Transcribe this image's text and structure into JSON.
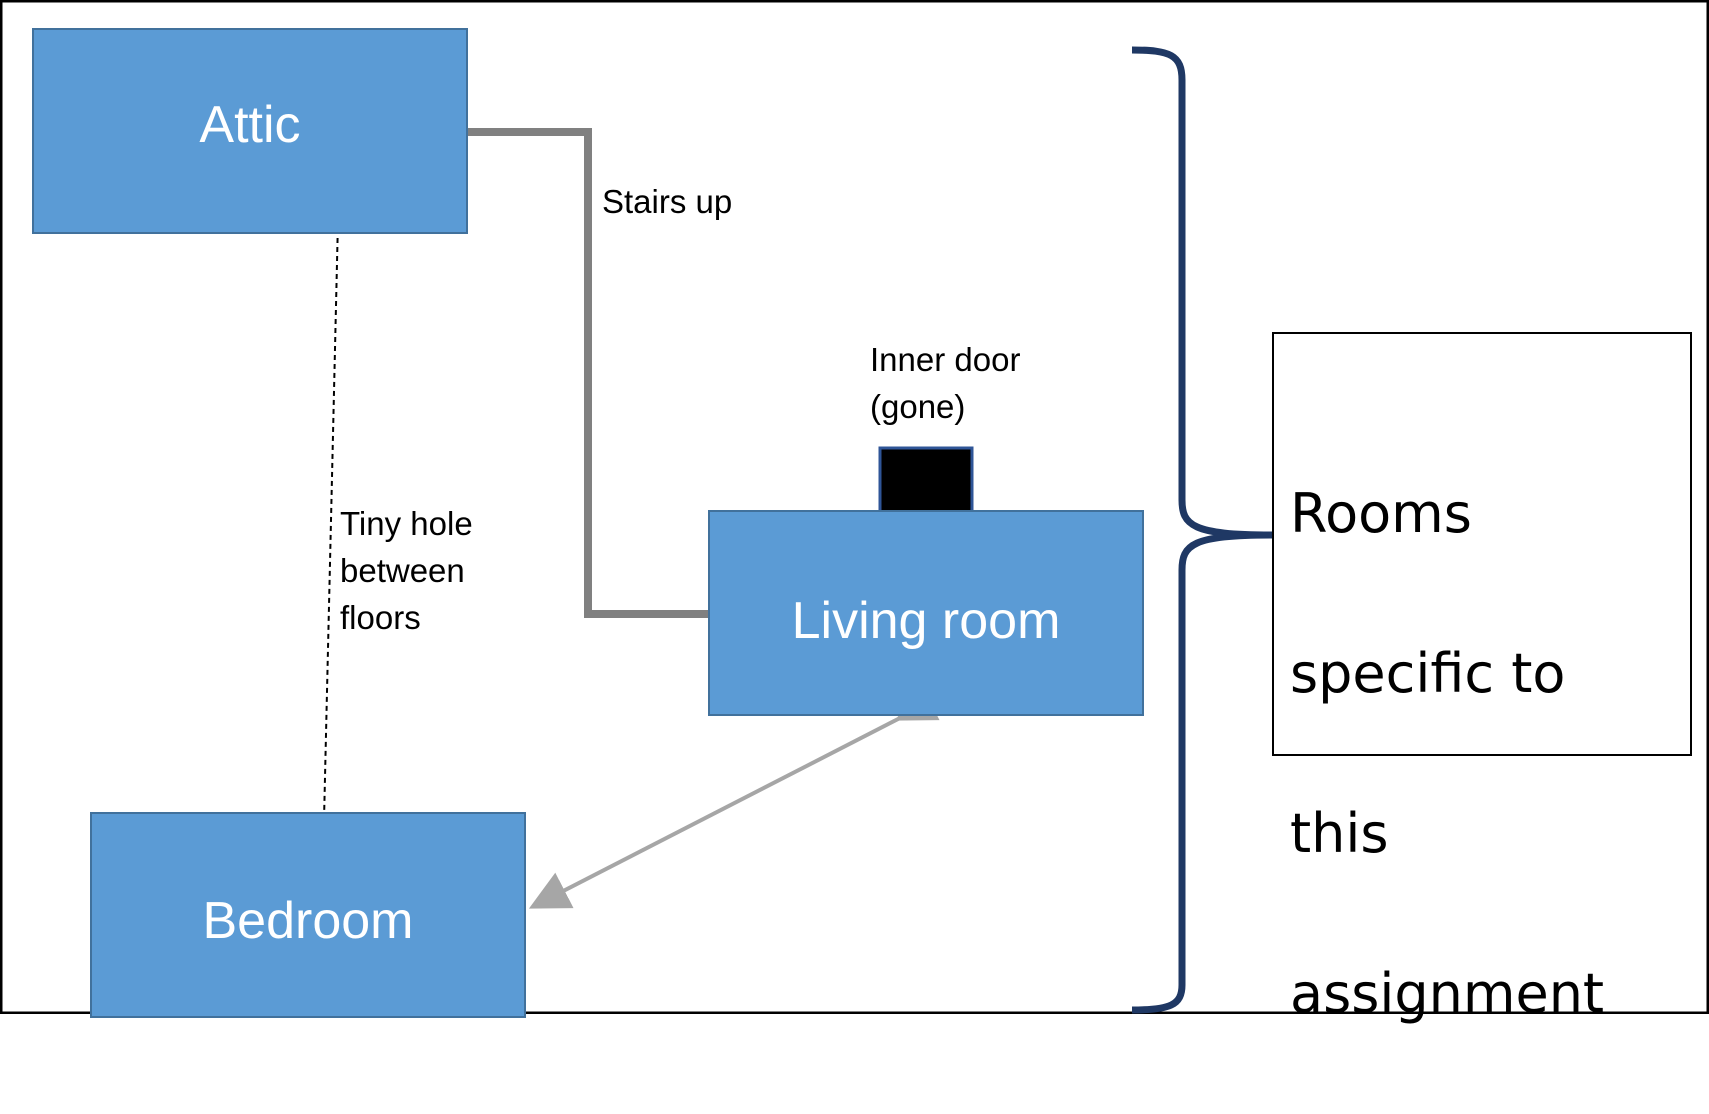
{
  "diagram": {
    "rooms": {
      "attic": "Attic",
      "living_room": "Living room",
      "bedroom": "Bedroom"
    },
    "connections": {
      "stairs": "Stairs up",
      "door_line1": "Inner door",
      "door_line2": "(gone)",
      "hole_line1": "Tiny hole",
      "hole_line2": "between",
      "hole_line3": "floors"
    },
    "note": {
      "line1": "Rooms",
      "line2": "specific to",
      "line3": "this",
      "line4": "assignment"
    }
  },
  "colors": {
    "room_fill": "#5b9bd5",
    "room_border": "#41719c",
    "brace": "#1f3864",
    "stairs_line": "#808080",
    "arrow": "#a6a6a6"
  }
}
